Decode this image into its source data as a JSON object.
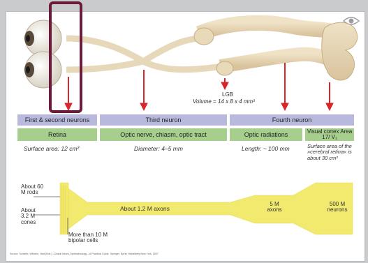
{
  "header": {
    "first_second_neurons": "First & second neurons",
    "third_neuron": "Third neuron",
    "fourth_neuron": "Fourth neuron"
  },
  "sections": {
    "retina": "Retina",
    "optic_nerve": "Optic nerve, chiasm, optic tract",
    "optic_radiations": "Optic radiations",
    "visual_cortex": "Visual cortex Area 17/ V₁"
  },
  "measures": {
    "retina": "Surface area: 12 cm²",
    "optic_nerve": "Diameter: 4–5 mm",
    "optic_radiations": "Length: ~ 100 mm",
    "cortex": "Surface area of the »cerebral retina« is about 30 cm²"
  },
  "lgb": {
    "label": "LGB",
    "volume": "Volume = 14 x 8 x 4 mm³"
  },
  "counts": {
    "rods": "About 60 M rods",
    "cones": "About 3.2 M cones",
    "bipolar": "More than 10 M bipolar cells",
    "axons": "About 1.2 M axons",
    "m5": "5 M axons",
    "m500": "500 M neurons"
  },
  "source": "Source: Schiefer, Wilhelm, Hart (Eds.). Clinical Neuro-Ophthalmology – A Practical Guide. Springer, Berlin Heidelberg New York, 2007",
  "colors": {
    "header_band": "#b9b9dd",
    "section_band": "#a6cf8e",
    "arrow": "#d9262a",
    "highlight_box": "#6b1b3c",
    "flow": "#f2ea6e"
  }
}
